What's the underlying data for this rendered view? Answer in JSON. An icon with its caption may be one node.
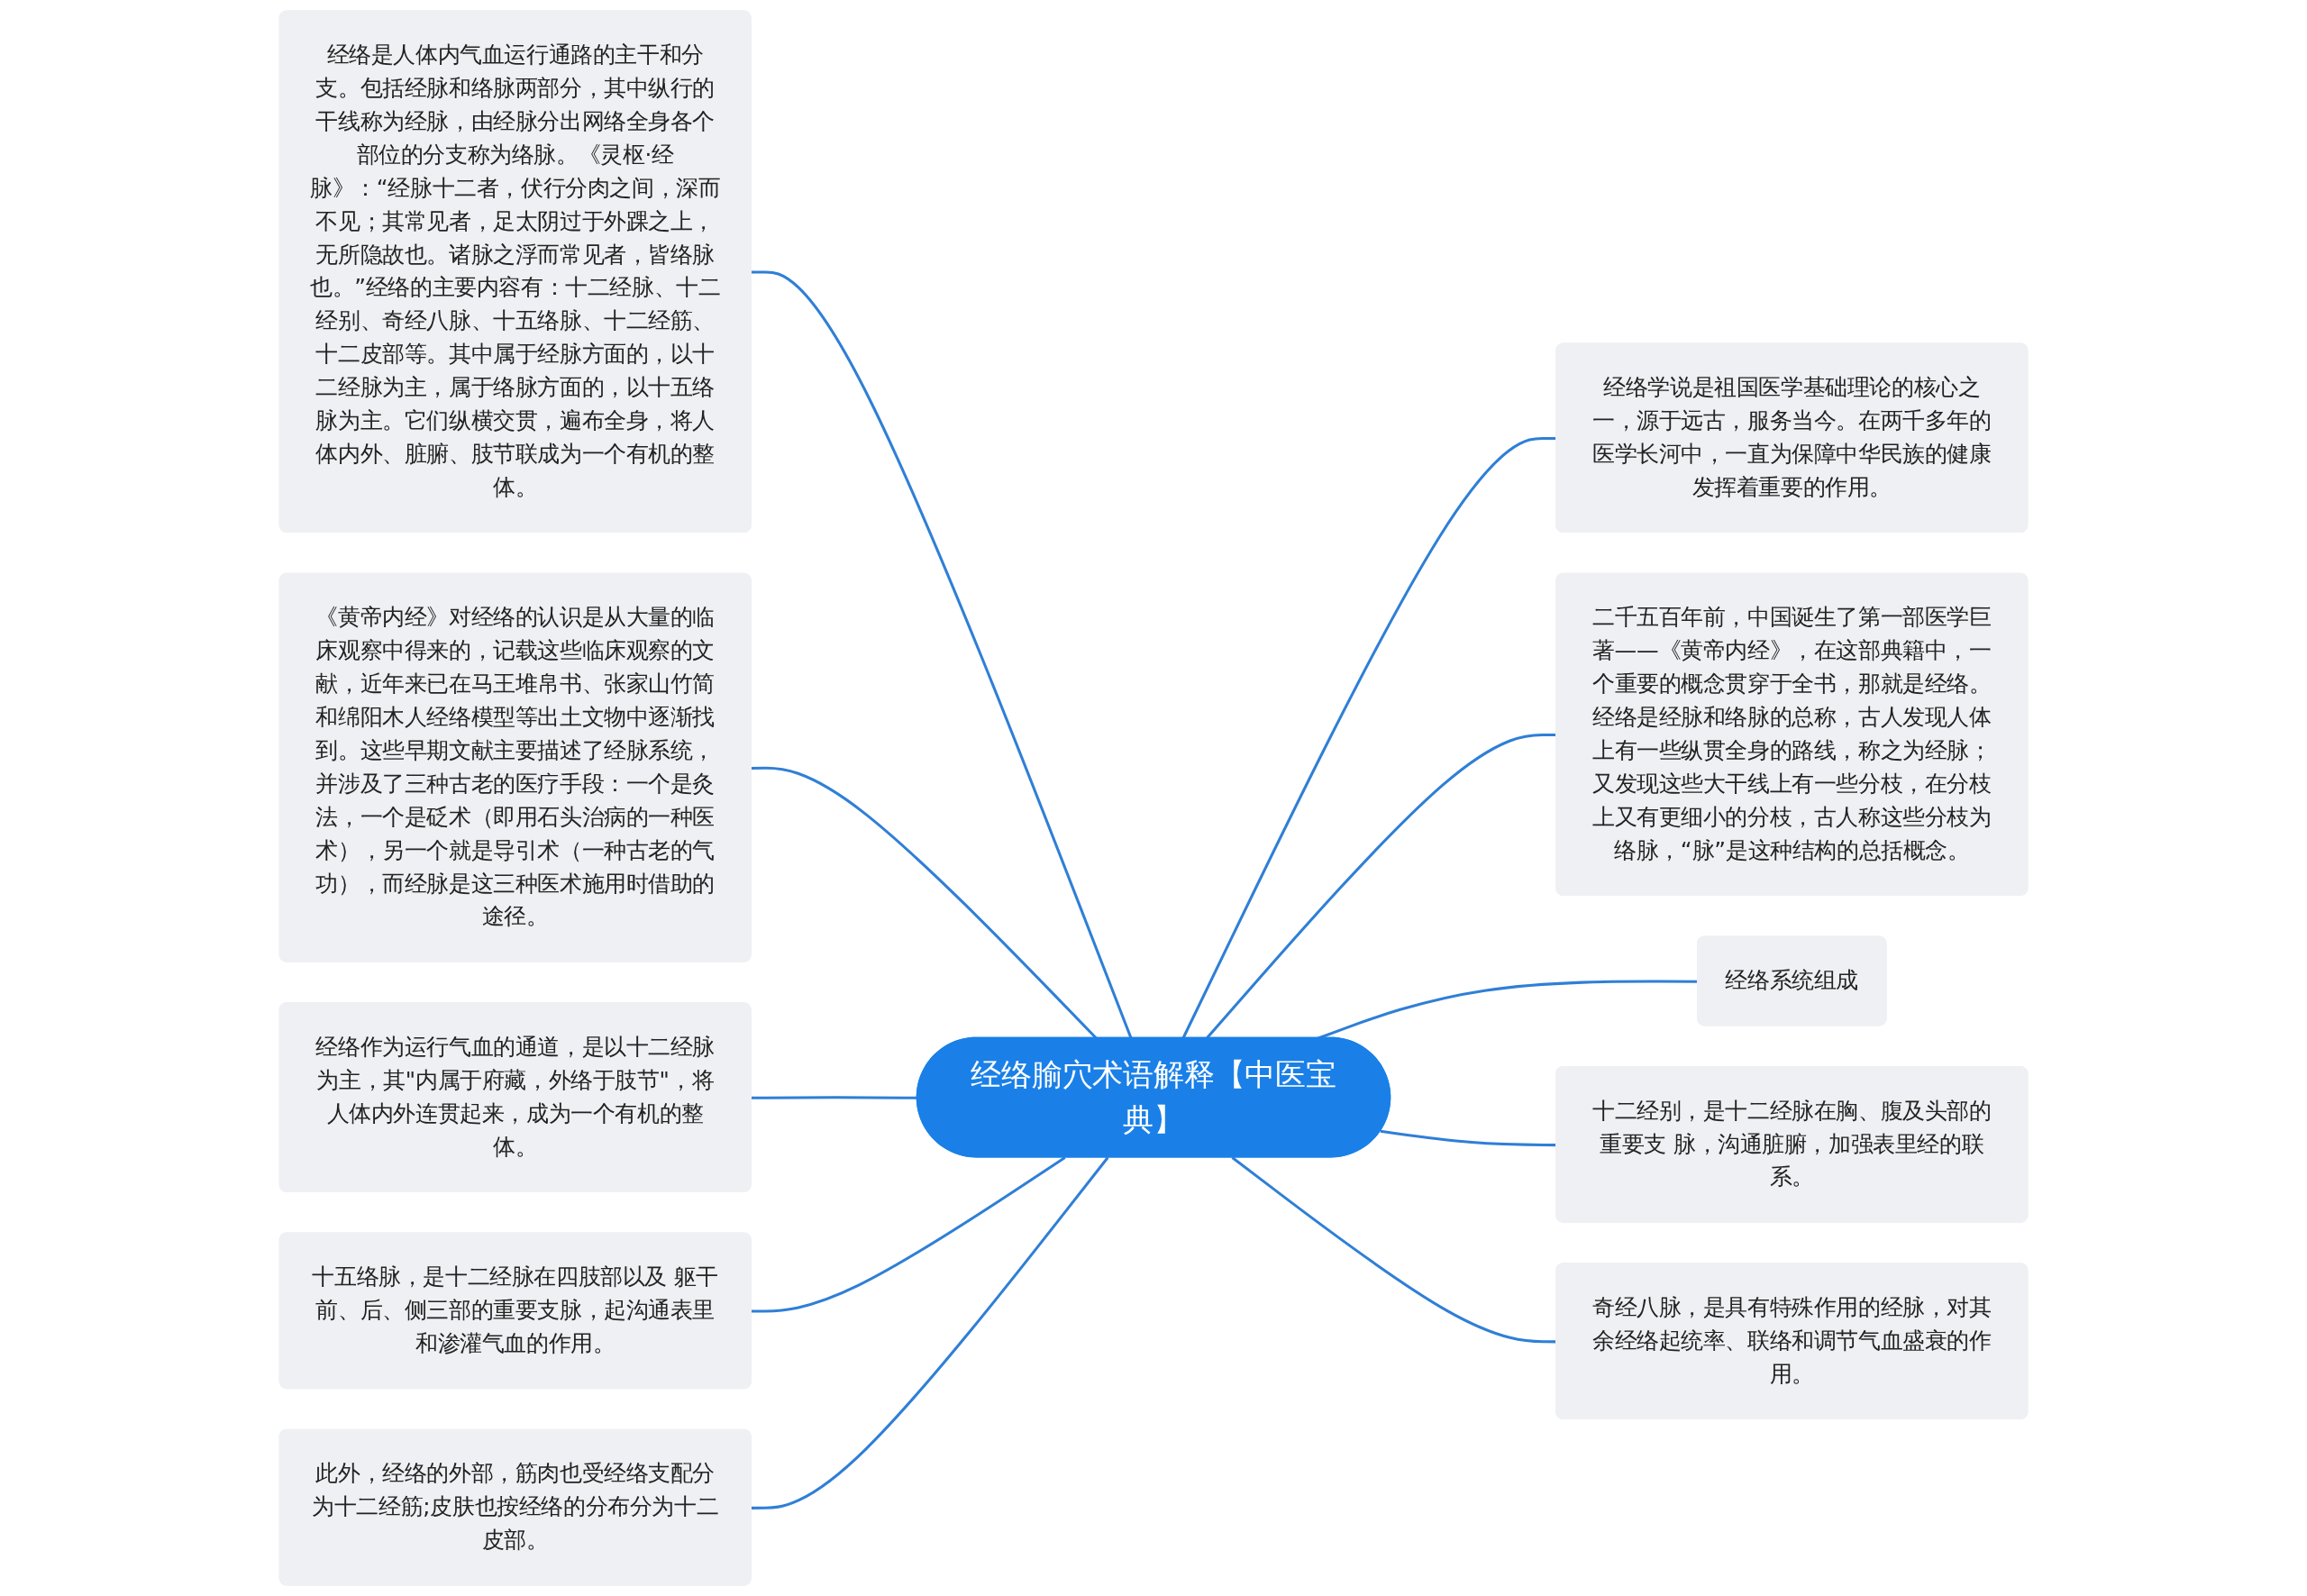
{
  "diagram": {
    "nodes": [
      {
        "text": [
          "经络腧穴术语解释【中医宝典】"
        ]
      },
      {
        "text": [
          "经络学说是祖国医学基础理论的核心之一，源于远古，服务当今。在两千多年的医学长河中，一直为保障中华民族的健康发挥着重要的作用。"
        ]
      },
      {
        "text": [
          "二千五百年前，中国诞生了第一部医学巨著——《黄帝内经》，在这部典籍中，一个重要的概念贯穿于全书，那就是经络。经络是经脉和络脉的总称，古人发现人体上有一些纵贯全身的路线，称之为经脉；又发现这些大干线上有一些分枝，在分枝上又有更细小的分枝，古人称这些分枝为络脉，“脉”是这种结构的总括概念。"
        ]
      },
      {
        "text": [
          "经络系统组成"
        ]
      },
      {
        "text": [
          "十二经别，是十二经脉在胸、腹及头部的重要支 脉，沟通脏腑，加强表里经的联系。"
        ]
      },
      {
        "text": [
          "奇经八脉，是具有特殊作用的经脉，对其余经络起统率、联络和调节气血盛衰的作用。"
        ]
      },
      {
        "text": [
          "经络是人体内气血运行通路的主干和分支。包括经脉和络脉两部分，其中纵行的干线称为经脉，由经脉分出网络全身各个部位的分支称为络脉。《灵枢·经脉》：“经脉十二者，伏行分肉之间，深而不见；其常见者，足太阴过于外踝之上，无所隐故也。诸脉之浮而常见者，皆络脉也。”经络的主要内容有：十二经脉、十二经别、奇经八脉、十五络脉、十二经筋、十二皮部等。其中属于经脉方面的，以十二经脉为主，属于络脉方面的，以十五络脉为主。它们纵横交贯，遍布全身，将人体内外、脏腑、肢节联成为一个有机的整体。"
        ]
      },
      {
        "text": [
          "《黄帝内经》对经络的认识是从大量的临床观察中得来的，记载这些临床观察的文献，近年来已在马王堆帛书、张家山竹简和绵阳木人经络模型等出土文物中逐渐找到。这些早期文献主要描述了经脉系统，并涉及了三种古老的医疗手段：一个是灸法，一个是砭术（即用石头治病的一种医术），另一个就是导引术（一种古老的气功），而经脉是这三种医术施用时借助的途径。"
        ]
      },
      {
        "text": [
          "经络作为运行气血的通道，是以十二经脉为主，其\"内属于府藏，外络于肢节\"，将人体内外连贯起来，成为一个有机的整体。"
        ]
      },
      {
        "text": [
          "十五络脉，是十二经脉在四肢部以及 躯干前、后、侧三部的重要支脉，起沟通表里和渗灌气血的作用。"
        ]
      },
      {
        "text": [
          "此外，经络的外部，筋肉也受经络支配分为十二经筋;皮肤也按经络的分布分为十二皮部。"
        ]
      }
    ],
    "edges": [
      {
        "from": 0,
        "to": 1,
        "arrow": "none"
      },
      {
        "from": 0,
        "to": 2,
        "arrow": "none"
      },
      {
        "from": 0,
        "to": 3,
        "arrow": "none"
      },
      {
        "from": 0,
        "to": 4,
        "arrow": "none"
      },
      {
        "from": 0,
        "to": 5,
        "arrow": "none"
      },
      {
        "from": 6,
        "to": 0,
        "arrow": "none"
      },
      {
        "from": 7,
        "to": 0,
        "arrow": "none"
      },
      {
        "from": 8,
        "to": 0,
        "arrow": "none"
      },
      {
        "from": 9,
        "to": 0,
        "arrow": "none"
      },
      {
        "from": 10,
        "to": 0,
        "arrow": "none"
      }
    ]
  }
}
